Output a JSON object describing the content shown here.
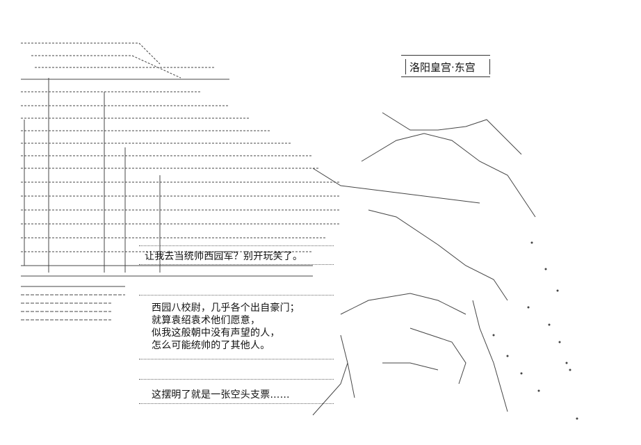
{
  "location_label": "洛阳皇宫·东宫",
  "dialogue": {
    "bubble1": [
      "让我去当统帅西园军？别开玩笑了。"
    ],
    "bubble2": [
      "西园八校尉，几乎各个出自豪门；",
      "就算袁绍袁术他们愿意，",
      "似我这般朝中没有声望的人，",
      "怎么可能统帅的了其他人。"
    ],
    "bubble3": [
      "这摆明了就是一张空头支票……"
    ]
  },
  "colors": {
    "background": "#ffffff",
    "ink": "#111111",
    "art": "#444444"
  }
}
